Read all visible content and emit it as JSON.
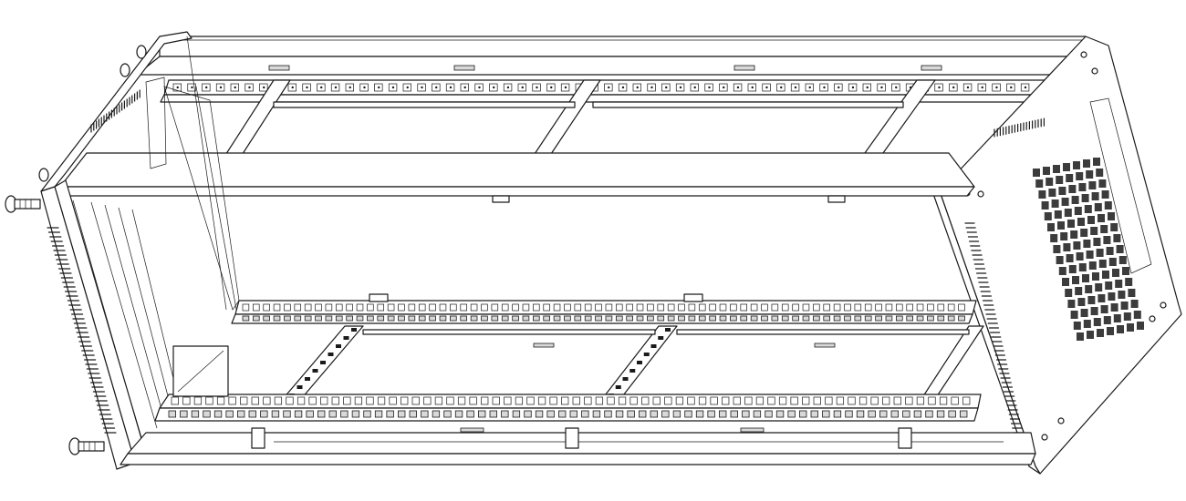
{
  "drawing": {
    "subject": "rack-chassis-frame",
    "view": "isometric-line-drawing",
    "colors": {
      "line": "#1a1a1a",
      "paper": "#ffffff",
      "shade": "#d9d9d9"
    },
    "counts": {
      "front_handles": 2,
      "vertical_dividers": 3,
      "top_rail_slots": 60,
      "bottom_rail_slots": 70
    }
  }
}
